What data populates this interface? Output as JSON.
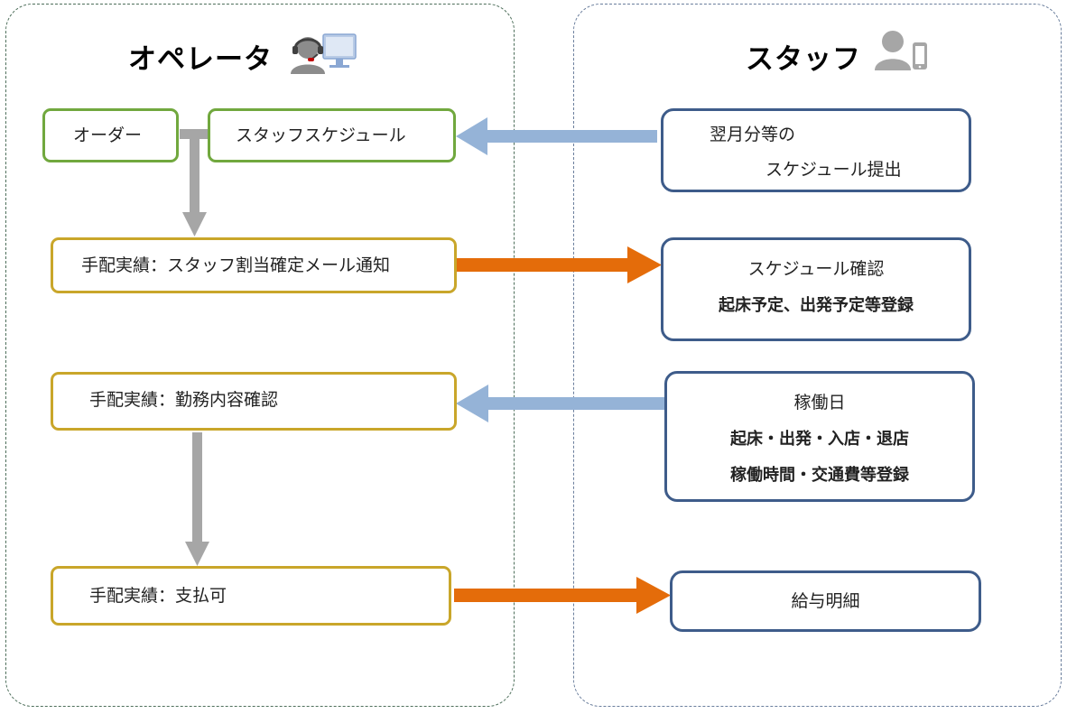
{
  "lanes": {
    "operator": {
      "title": "オペレータ",
      "icon": "operator-headset-monitor-icon"
    },
    "staff": {
      "title": "スタッフ",
      "icon": "staff-smartphone-icon"
    }
  },
  "operator_boxes": {
    "order": "オーダー",
    "staff_schedule": "スタッフスケジュール",
    "assign_notify": "手配実績：スタッフ割当確定メール通知",
    "work_check": "手配実績：勤務内容確認",
    "payable": "手配実績：支払可"
  },
  "staff_boxes": {
    "submit": [
      "翌月分等の",
      "スケジュール提出"
    ],
    "confirm": {
      "line1": "スケジュール確認",
      "line2": "起床予定、出発予定等登録"
    },
    "workday": {
      "line1": "稼働日",
      "line2": "起床・出発・入店・退店",
      "line3": "稼働時間・交通費等登録"
    },
    "payslip": "給与明細"
  },
  "colors": {
    "green_border": "#71a83e",
    "yellow_border": "#c9a62a",
    "blue_border": "#3e5c8a",
    "orange_arrow": "#e46c0a",
    "light_blue_arrow": "#95b3d7",
    "gray_arrow": "#a6a6a6"
  }
}
